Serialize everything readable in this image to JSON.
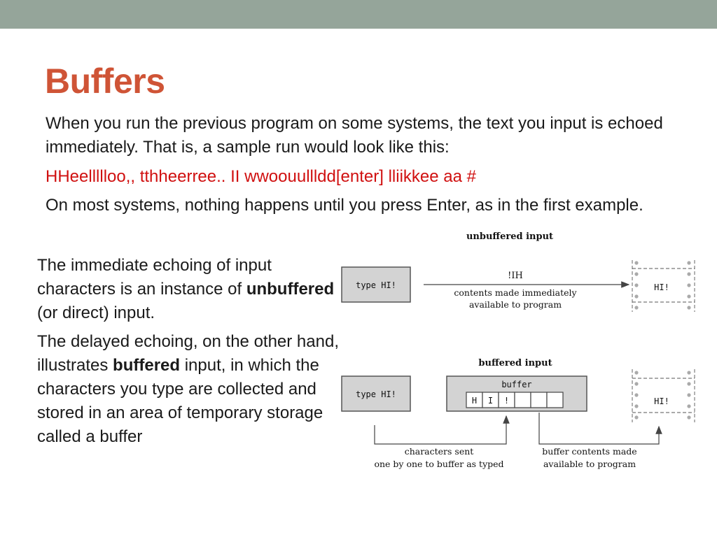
{
  "slide": {
    "title": "Buffers",
    "para1": "When you run the previous program on some systems, the text you input is echoed immediately. That is, a sample run would look like this:",
    "sample_run": "HHeellllloo,, tthheerree.. II wwoouullldd[enter] lliikkee aa #",
    "para3": "On most systems, nothing happens until you press Enter, as in the first example.",
    "left1_a": "The immediate echoing of input characters is an instance of ",
    "left1_bold": "unbuffered",
    "left1_b": " (or direct) input.",
    "left2_a": "The delayed echoing, on the other hand, illustrates ",
    "left2_bold": "buffered",
    "left2_b": " input, in which the characters you type are collected and stored in an area of temporary storage called a buffer"
  },
  "diagram": {
    "unbuffered": {
      "title": "unbuffered input",
      "input_box": "type HI!",
      "arrow_text": "!IH",
      "caption_line1": "contents made immediately",
      "caption_line2": "available to program",
      "program_box": "HI!"
    },
    "buffered": {
      "title": "buffered input",
      "input_box": "type HI!",
      "buffer_label": "buffer",
      "cells": [
        "H",
        "I",
        "!",
        "",
        "",
        ""
      ],
      "program_box": "HI!",
      "caption_left_line1": "characters sent",
      "caption_left_line2": "one by one to buffer as typed",
      "caption_right_line1": "buffer contents made",
      "caption_right_line2": "available to program"
    }
  }
}
